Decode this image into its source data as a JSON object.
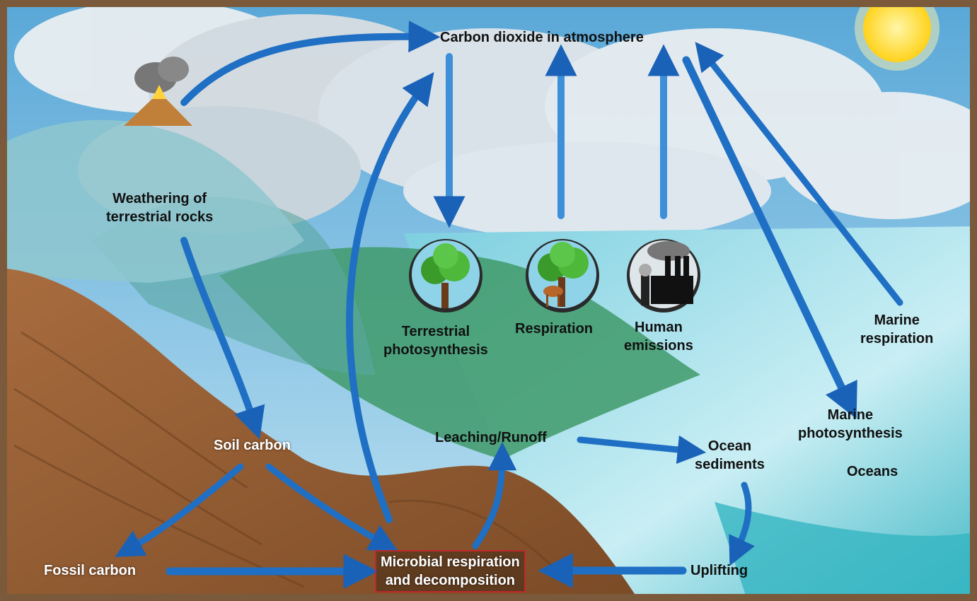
{
  "labels": {
    "co2_atmosphere": "Carbon dioxide in atmosphere",
    "weathering": "Weathering of\nterrestrial rocks",
    "terrestrial_photosynthesis": "Terrestrial\nphotosynthesis",
    "respiration": "Respiration",
    "human_emissions": "Human\nemissions",
    "marine_respiration": "Marine\nrespiration",
    "marine_photosynthesis": "Marine\nphotosynthesis",
    "oceans": "Oceans",
    "soil_carbon": "Soil carbon",
    "leaching": "Leaching/Runoff",
    "ocean_sediments": "Ocean\nsediments",
    "fossil_carbon": "Fossil carbon",
    "microbial": "Microbial respiration\nand decomposition",
    "uplifting": "Uplifting"
  },
  "colors": {
    "arrow": "#1f6fc4",
    "arrow_light": "#8ec8f0",
    "sky": "#6fb6dd",
    "ocean": "#9fdbe8",
    "land": "#9b6438",
    "cloud": "#e6ecf0",
    "highlight_box": "#c0272d"
  },
  "icons": [
    "volcano-icon",
    "sun-icon",
    "tree-icon",
    "deer-icon",
    "factory-icon"
  ]
}
